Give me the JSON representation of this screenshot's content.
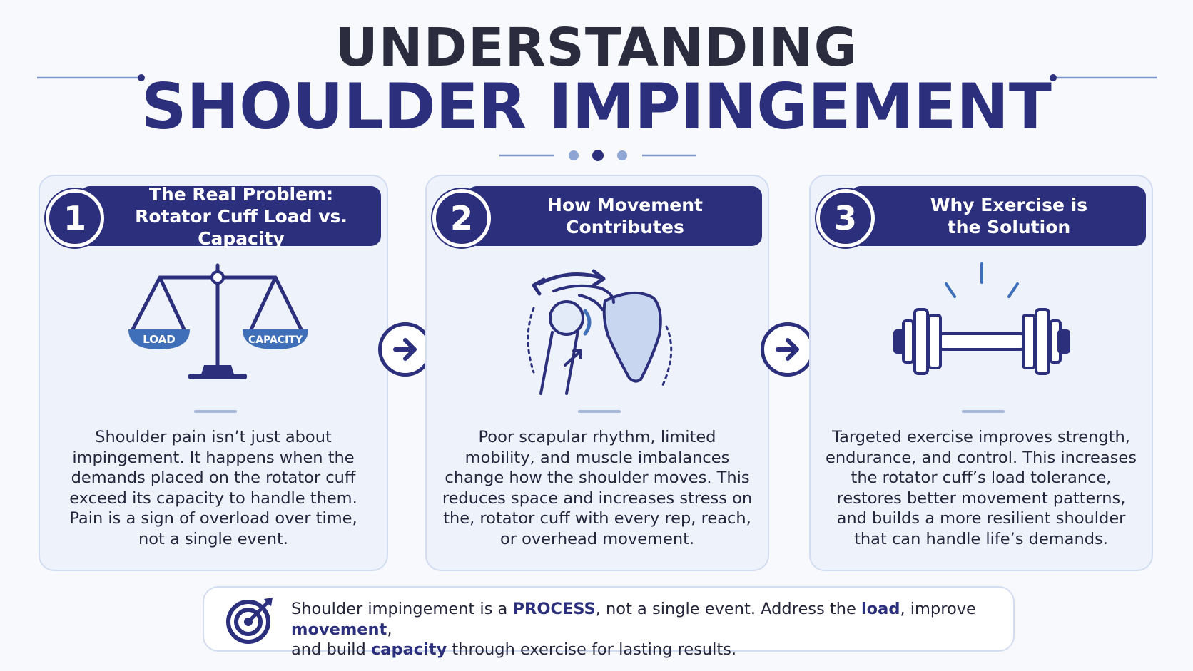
{
  "header": {
    "title_line1": "UNDERSTANDING",
    "title_line2": "SHOULDER IMPINGEMENT"
  },
  "cards": [
    {
      "number": "1",
      "title_line1": "The Real Problem:",
      "title_line2": "Rotator Cuff Load vs. Capacity",
      "icon": "balance-scale-icon",
      "scale_left_label": "LOAD",
      "scale_right_label": "CAPACITY",
      "body": "Shoulder pain isn’t just about impingement. It happens when the demands placed on the rotator cuff exceed its capacity to handle them. Pain is a sign of overload over time, not a single event."
    },
    {
      "number": "2",
      "title_line1": "How Movement",
      "title_line2": "Contributes",
      "icon": "shoulder-joint-icon",
      "body": "Poor scapular rhythm, limited mobility, and muscle imbalances change how the shoulder moves. This reduces space and increases stress on the, rotator cuff with every rep, reach, or overhead movement."
    },
    {
      "number": "3",
      "title_line1": "Why Exercise is",
      "title_line2": "the Solution",
      "icon": "dumbbell-icon",
      "body": "Targeted exercise improves strength, endurance, and control. This increases the rotator cuff’s load tolerance, restores better movement patterns, and builds a more resilient shoulder that can handle life’s demands."
    }
  ],
  "summary": {
    "icon": "target-icon",
    "part1": "Shoulder impingement is a ",
    "bold1": "PROCESS",
    "part2": ", not a single event. Address the ",
    "bold2": "load",
    "part3": ", improve ",
    "bold3": "movement",
    "part4": ",",
    "part5": "and build ",
    "bold4": "capacity",
    "part6": " through exercise for lasting results."
  },
  "colors": {
    "navy": "#2c2f7c",
    "accent_blue": "#3f6fb8",
    "light_blue": "#a7b9dc",
    "card_bg": "#eef2fb"
  }
}
